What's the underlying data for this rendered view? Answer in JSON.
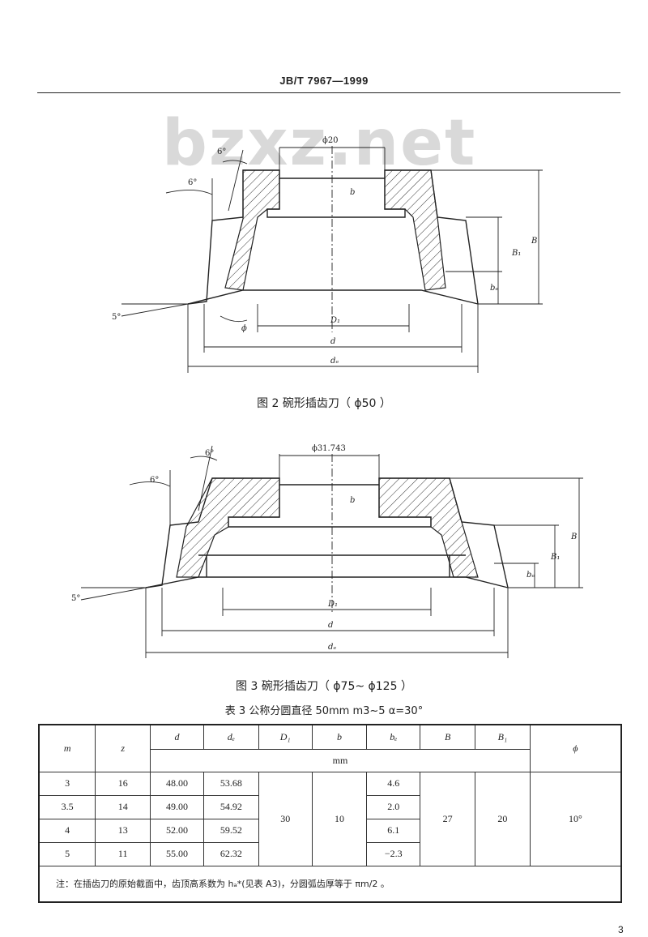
{
  "header": {
    "doc_code": "JB/T 7967—1999"
  },
  "watermark": "bzxz.net",
  "figure2": {
    "caption": "图 2  碗形插齿刀（ ϕ50 ）",
    "labels": {
      "top_dia": "ϕ20",
      "angle_top": "6°",
      "angle_left": "6°",
      "angle_bottom": "5°",
      "b": "b",
      "B1": "B₁",
      "B": "B",
      "bb": "bₑ",
      "phi": "ϕ",
      "D1": "D₁",
      "d": "d",
      "de": "dₑ"
    }
  },
  "figure3": {
    "caption": "图 3  碗形插齿刀（ ϕ75~ ϕ125 ）",
    "labels": {
      "top_dia": "ϕ31.743",
      "angle_top": "6°",
      "angle_left": "6°",
      "angle_bottom": "5°",
      "b": "b",
      "B1": "B₁",
      "B": "B",
      "bb": "bₑ",
      "D1": "D₁",
      "d": "d",
      "de": "dₑ"
    }
  },
  "table": {
    "title": "表 3  公称分圆直径 50mm   m3~5    α=30°",
    "headers": {
      "m": "m",
      "z": "z",
      "d": "d",
      "de": "dₑ",
      "D1": "D₁",
      "b": "b",
      "bb": "bₑ",
      "B": "B",
      "B1": "B₁",
      "phi": "ϕ"
    },
    "unit": "mm",
    "rows": [
      {
        "m": "3",
        "z": "16",
        "d": "48.00",
        "de": "53.68",
        "bb": "4.6"
      },
      {
        "m": "3.5",
        "z": "14",
        "d": "49.00",
        "de": "54.92",
        "bb": "2.0"
      },
      {
        "m": "4",
        "z": "13",
        "d": "52.00",
        "de": "59.52",
        "bb": "6.1"
      },
      {
        "m": "5",
        "z": "11",
        "d": "55.00",
        "de": "62.32",
        "bb": "−2.3"
      }
    ],
    "merged": {
      "D1": "30",
      "b": "10",
      "B": "27",
      "B1": "20",
      "phi": "10°"
    },
    "note": "注：在插齿刀的原始截面中，齿顶高系数为 hₐ*(见表 A3)，分圆弧齿厚等于 πm/2 。"
  },
  "page_number": "3"
}
